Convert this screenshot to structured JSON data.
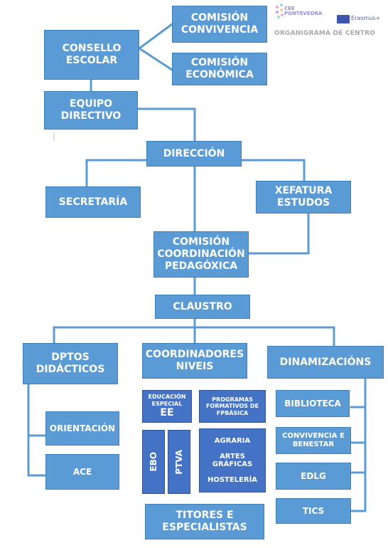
{
  "logo": {
    "org_name": "CEE\nPONTEVEDRA",
    "program": "Erasmus+",
    "subtitle": "ORGANIGRAMA DE CENTRO",
    "colors": {
      "brand": "#8f8fd8",
      "eu_flag": "#3b55b0"
    },
    "icon": "dots-logo-icon"
  },
  "colors": {
    "box": "#5b9bd5",
    "box_dark": "#4472c4",
    "line": "#5b9bd5",
    "text": "#ffffff"
  },
  "boxes": {
    "consello_escolar": "CONSELLO\nESCOLAR",
    "comision_convivencia": "COMISIÓN\nCONVIVENCIA",
    "comision_economica": "COMISIÓN\nECONÓMICA",
    "equipo_directivo": "EQUIPO\nDIRECTIVO",
    "direccion": "DIRECCIÓN",
    "secretaria": "SECRETARÍA",
    "xefatura_estudos": "XEFATURA\nESTUDOS",
    "comision_ccp": "COMISIÓN\nCOORDINACIÓN\nPEDAGÓXICA",
    "claustro": "CLAUSTRO",
    "dptos_didacticos": "DPTOS\nDIDÁCTICOS",
    "coordinadores_niveis": "COORDINADORES\nNIVEIS",
    "dinamizacions": "DINAMIZACIÓNS",
    "orientacion": "ORIENTACIÓN",
    "ace": "ACE",
    "educacion_especial": "EDUCACIÓN\nESPECIAL",
    "ee": "EE",
    "programas_fpbasica": "PROGRAMAS\nFORMATIVOS DE\nFPBÁSICA",
    "fpb_list": "AGRARIA\n\nARTES\nGRÁFICAS\n\nHOSTELERÍA",
    "ebo": "EBO",
    "ptva": "PTVA",
    "titores_especialistas": "TITORES E\nESPECIALISTAS",
    "biblioteca": "BIBLIOTECA",
    "convivencia_benestar": "CONVIVENCIA E\nBENESTAR",
    "edlg": "EDLG",
    "tics": "TICS"
  }
}
